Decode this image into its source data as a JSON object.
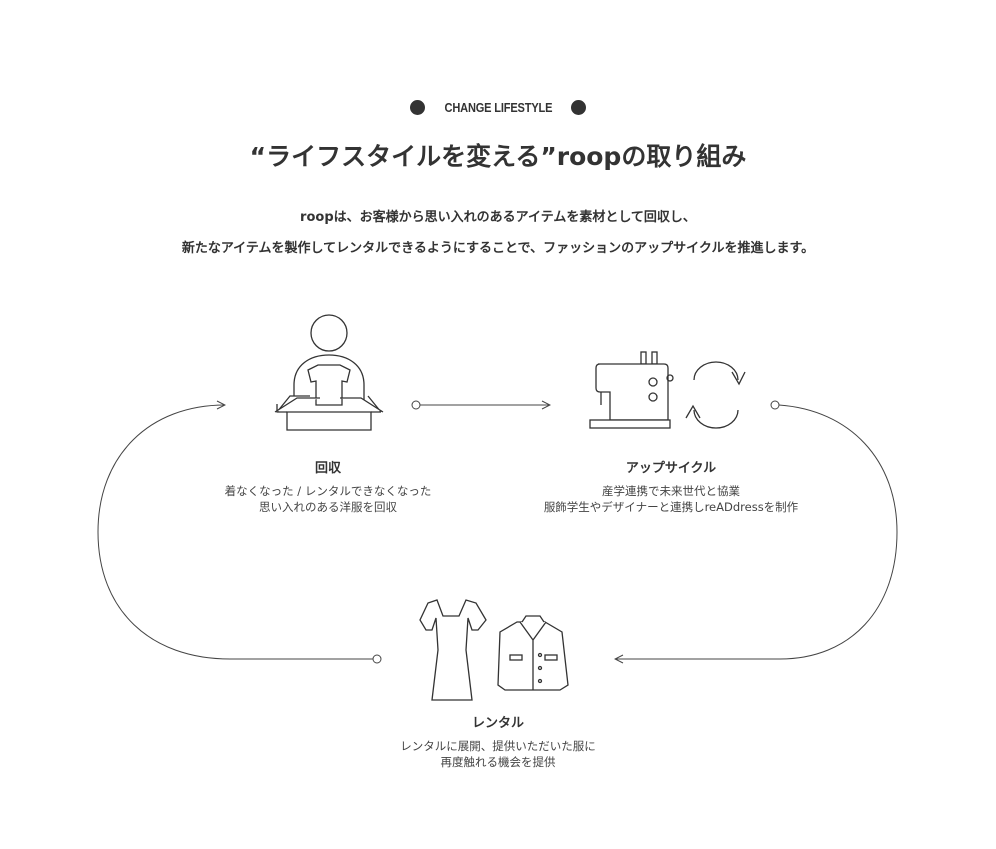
{
  "eyebrow": "CHANGE LIFESTYLE",
  "title": "“ライフスタイルを変える”roopの取り組み",
  "lead": [
    "roopは、お客様から思い入れのあるアイテムを素材として回収し、",
    "新たなアイテムを製作してレンタルできるようにすることで、ファッションのアップサイクルを推進します。"
  ],
  "steps": [
    {
      "title": "回収",
      "desc": [
        "着なくなった / レンタルできなくなった",
        "思い入れのある洋服を回収"
      ],
      "icon": "person-with-box-icon"
    },
    {
      "title": "アップサイクル",
      "desc": [
        "産学連携で未来世代と協業",
        "服飾学生やデザイナーと連携しreADdressを制作"
      ],
      "icon": "sewing-machine-recycle-icon"
    },
    {
      "title": "レンタル",
      "desc": [
        "レンタルに展開、提供いただいた服に",
        "再度触れる機会を提供"
      ],
      "icon": "dress-and-jacket-icon"
    }
  ],
  "colors": {
    "text": "#333333",
    "line": "#444444"
  }
}
